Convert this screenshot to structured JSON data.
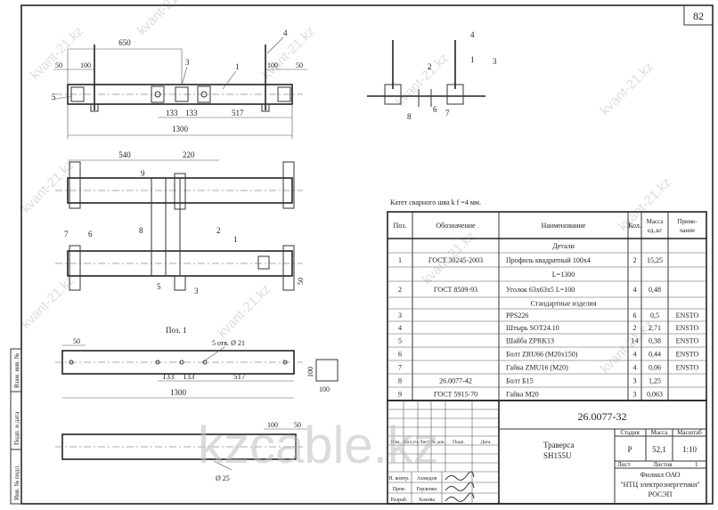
{
  "sheet_number": "82",
  "weld_note": "Катет сварного шва k f =4 мм.",
  "watermark": "kvant-21.kz",
  "big_watermark": "kzcable.kz",
  "margin_labels": [
    "Взам. инв. №",
    "Подп. и дата",
    "Инв. № подл."
  ],
  "views": {
    "top": {
      "dims": [
        "650",
        "50",
        "100",
        "100",
        "50",
        "133",
        "133",
        "517",
        "1300"
      ],
      "callouts": [
        "1",
        "3",
        "4",
        "5"
      ]
    },
    "side": {
      "callouts": [
        "4",
        "2",
        "1",
        "3",
        "8",
        "6",
        "7"
      ]
    },
    "middle": {
      "dims": [
        "540",
        "220",
        "50"
      ],
      "callouts": [
        "9",
        "8",
        "2",
        "1",
        "7",
        "6",
        "5",
        "3"
      ]
    },
    "pos1": {
      "title": "Поз. 1",
      "dims": [
        "50",
        "5 отв. Ø 21",
        "133",
        "133",
        "517",
        "1300",
        "100",
        "100"
      ]
    },
    "bottom": {
      "dims": [
        "100",
        "50",
        "Ø 25"
      ]
    }
  },
  "table": {
    "headers": [
      "Поз.",
      "Обозначение",
      "Наименование",
      "Кол.",
      "Масса ед.,кг",
      "Приме-чание"
    ],
    "rows": [
      {
        "pos": "",
        "designation": "",
        "name": "Детали",
        "qty": "",
        "mass": "",
        "note": ""
      },
      {
        "pos": "1",
        "designation": "ГОСТ 30245-2003",
        "name": "Профиль квадратный 100х4",
        "qty": "2",
        "mass": "15,25",
        "note": ""
      },
      {
        "pos": "",
        "designation": "",
        "name": "L=1300",
        "qty": "",
        "mass": "",
        "note": ""
      },
      {
        "pos": "2",
        "designation": "ГОСТ 8509-93",
        "name": "Уголок 63х63х5 L=100",
        "qty": "4",
        "mass": "0,48",
        "note": ""
      },
      {
        "pos": "",
        "designation": "",
        "name": "Стандартные изделия",
        "qty": "",
        "mass": "",
        "note": ""
      },
      {
        "pos": "3",
        "designation": "",
        "name": "PPS226",
        "qty": "6",
        "mass": "0,5",
        "note": "ENSTO"
      },
      {
        "pos": "4",
        "designation": "",
        "name": "Штырь SOT24.10",
        "qty": "2",
        "mass": "2,71",
        "note": "ENSTO"
      },
      {
        "pos": "5",
        "designation": "",
        "name": "Шайба ZPRK13",
        "qty": "14",
        "mass": "0,38",
        "note": "ENSTO"
      },
      {
        "pos": "6",
        "designation": "",
        "name": "Болт ZRU66 (M20х150)",
        "qty": "4",
        "mass": "0,44",
        "note": "ENSTO"
      },
      {
        "pos": "7",
        "designation": "",
        "name": "Гайка ZMU16 (M20)",
        "qty": "4",
        "mass": "0,06",
        "note": "ENSTO"
      },
      {
        "pos": "8",
        "designation": "26.0077-42",
        "name": "Болт Б15",
        "qty": "3",
        "mass": "1,25",
        "note": ""
      },
      {
        "pos": "9",
        "designation": "ГОСТ 5915-70",
        "name": "Гайка М20",
        "qty": "3",
        "mass": "0,063",
        "note": ""
      }
    ]
  },
  "title_block": {
    "doc_code": "26.0077-32",
    "title_line1": "Траверса",
    "title_line2": "SH155U",
    "rev_headers": [
      "Изм.",
      "Кол.уч",
      "Лист",
      "№ док.",
      "Подп.",
      "Дата"
    ],
    "stage_label": "Стадия",
    "mass_label": "Масса",
    "scale_label": "Масштаб",
    "stage": "Р",
    "mass": "52,1",
    "scale": "1:10",
    "sheet_label": "Лист",
    "sheets_label": "Листов",
    "sheets": "1",
    "org_line1": "Филиал ОАО",
    "org_line2": "\"НТЦ электроэнергетики\"",
    "org_line3": "РОСЭП",
    "signers": [
      {
        "role": "Н. контр.",
        "name": "Ахмедов"
      },
      {
        "role": "Пров.",
        "name": "Горленко"
      },
      {
        "role": "Разраб.",
        "name": "Хахова"
      }
    ]
  }
}
